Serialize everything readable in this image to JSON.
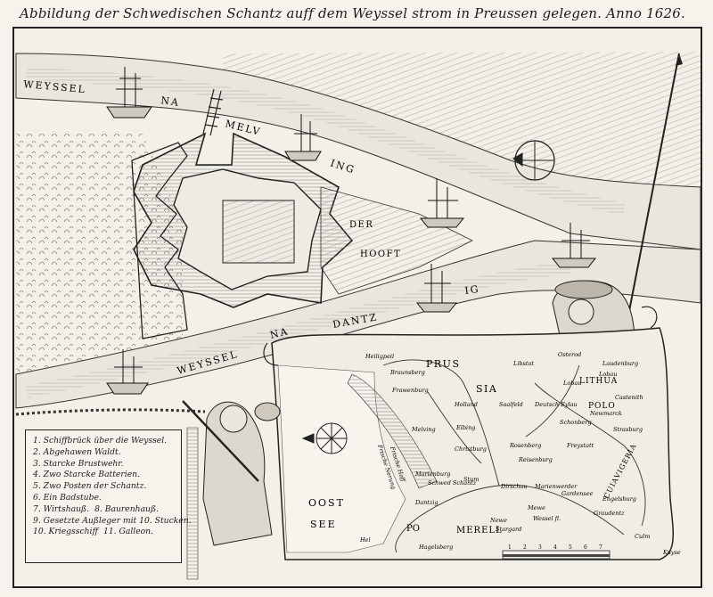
{
  "title": "Abbildung der Schwedischen Schantz auff dem Weyssel strom in Preussen gelegen. Anno 1626.",
  "river_labels": {
    "weyssel_na_melving_1": "WEYSSEL",
    "weyssel_na_melving_2": "NA",
    "weyssel_na_melving_3": "MELV",
    "weyssel_na_melving_4": "ING",
    "weyssel_na_dantzig_1": "WEYSSEL",
    "weyssel_na_dantzig_2": "NA",
    "weyssel_na_dantzig_3": "DANTZ",
    "weyssel_na_dantzig_4": "IG",
    "der_hooft_1": "DER",
    "der_hooft_2": "HOOFT"
  },
  "inset_map_labels": {
    "sea": [
      "OOST",
      "SEE"
    ],
    "prussia": [
      "PRUS",
      "SIA"
    ],
    "pomerania": "PO",
    "pomerelia": "MERELL",
    "lithuania": "LITHUA",
    "poland": "POLO",
    "cujavia": "CUIAVIGERIA",
    "towns": [
      "Heiligpeil",
      "Braunsberg",
      "Frawenburg",
      "Holland",
      "Melving",
      "Elbing",
      "Christburg",
      "Marienburg",
      "Dirschau",
      "Stum",
      "Dantzig",
      "Schwed Schantz",
      "Newe",
      "Stargard",
      "Hel",
      "Hagelsberg",
      "Mewe",
      "Libstat",
      "Osterod",
      "Laudenburg",
      "Lobau",
      "Lobau",
      "Castenith",
      "Newmarck",
      "Saalfeld",
      "Deutsch Eylau",
      "Schonberg",
      "Rosenberg",
      "Freystatt",
      "Reisenburg",
      "Marienwerder",
      "Gardensee",
      "Graudentz",
      "Engelsburg",
      "Strasburg",
      "Culm",
      "Wessel fl.",
      "Frische Haff",
      "Frische Nerung",
      "Kuyse"
    ],
    "scale_ticks": [
      "1",
      "2",
      "3",
      "4",
      "5",
      "6",
      "7"
    ]
  },
  "legend": {
    "items": [
      [
        "1. Schiffbrück über die Weyssel."
      ],
      [
        "2. Abgehawen Waldt."
      ],
      [
        "3. Starcke Brustwehr."
      ],
      [
        "4. Zwo Starcke Batterien."
      ],
      [
        "5. Zwo Posten der Schantz."
      ],
      [
        "6. Ein Badstube."
      ],
      [
        "7. Wirtshauß.",
        "8. Baurenhauß."
      ],
      [
        "9. Gesetzte Außleger mit 10. Stucken."
      ],
      [
        "10. Kriegsschiff",
        "11. Galleon."
      ]
    ]
  },
  "colors": {
    "ink": "#1b1b1b",
    "paper": "#f3f0e7",
    "water": "#e6e3dc",
    "hatch": "#6b6b6b"
  }
}
